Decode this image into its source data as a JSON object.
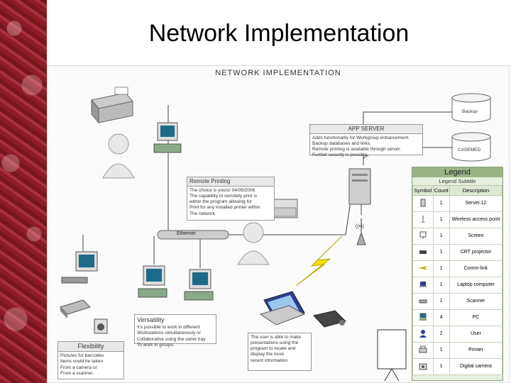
{
  "slide": {
    "title": "Network Implementation"
  },
  "diagram": {
    "title": "NETWORK IMPLEMENTATION",
    "app_server": {
      "title": "APP SERVER",
      "lines": [
        "Adds functionality for Workgroup enhancement.",
        "Backup databases and links.",
        "Remote printing is available through server.",
        "Further security is possible."
      ]
    },
    "db_backup": "Backup",
    "db_casemed": "CASEMED",
    "remote_printing": {
      "title": "Remote Printing",
      "lines": [
        "The choice is yours!   04/09/2006",
        "The capability to remotely print is",
        "within the program allowing for",
        "Print for any installed printer within",
        "The network."
      ]
    },
    "ethernet": "Ethernet",
    "versatility": {
      "title": "Versatility",
      "lines": [
        "It's possible to work in different",
        "Workstations simultaneously or",
        "Collaborative using the same tray",
        "To work in groups."
      ]
    },
    "flexibility": {
      "title": "Flexibility",
      "lines": [
        "Pictures for barcodes",
        "Items could be taken",
        "From a camera or",
        "From a scanner."
      ]
    },
    "laptop_note": {
      "lines": [
        "The user is able to make",
        "presentations using the",
        "program to locate and",
        "display the most",
        "recent information."
      ]
    },
    "wireless_label": "((•))"
  },
  "legend": {
    "title": "Legend",
    "subtitle": "Legend Subtitle",
    "headers": [
      "Symbol",
      "Count",
      "Description"
    ],
    "rows": [
      {
        "icon": "server-icon",
        "count": "1",
        "description": "Server.12"
      },
      {
        "icon": "wireless-access-point-icon",
        "count": "1",
        "description": "Wireless access point"
      },
      {
        "icon": "screen-icon",
        "count": "1",
        "description": "Screen"
      },
      {
        "icon": "crt-projector-icon",
        "count": "1",
        "description": "CRT projector"
      },
      {
        "icon": "comm-link-icon",
        "count": "1",
        "description": "Comm-link"
      },
      {
        "icon": "laptop-icon",
        "count": "1",
        "description": "Laptop computer"
      },
      {
        "icon": "scanner-icon",
        "count": "1",
        "description": "Scanner"
      },
      {
        "icon": "pc-icon",
        "count": "4",
        "description": "PC"
      },
      {
        "icon": "user-icon",
        "count": "2",
        "description": "User"
      },
      {
        "icon": "printer-icon",
        "count": "1",
        "description": "Printer"
      },
      {
        "icon": "digital-camera-icon",
        "count": "1",
        "description": "Digital camera"
      }
    ]
  },
  "colors": {
    "sidebar": "#8e1c26",
    "legend_header": "#9bb486",
    "screen": "#1d6b8a",
    "lightning": "#f2e10a"
  }
}
